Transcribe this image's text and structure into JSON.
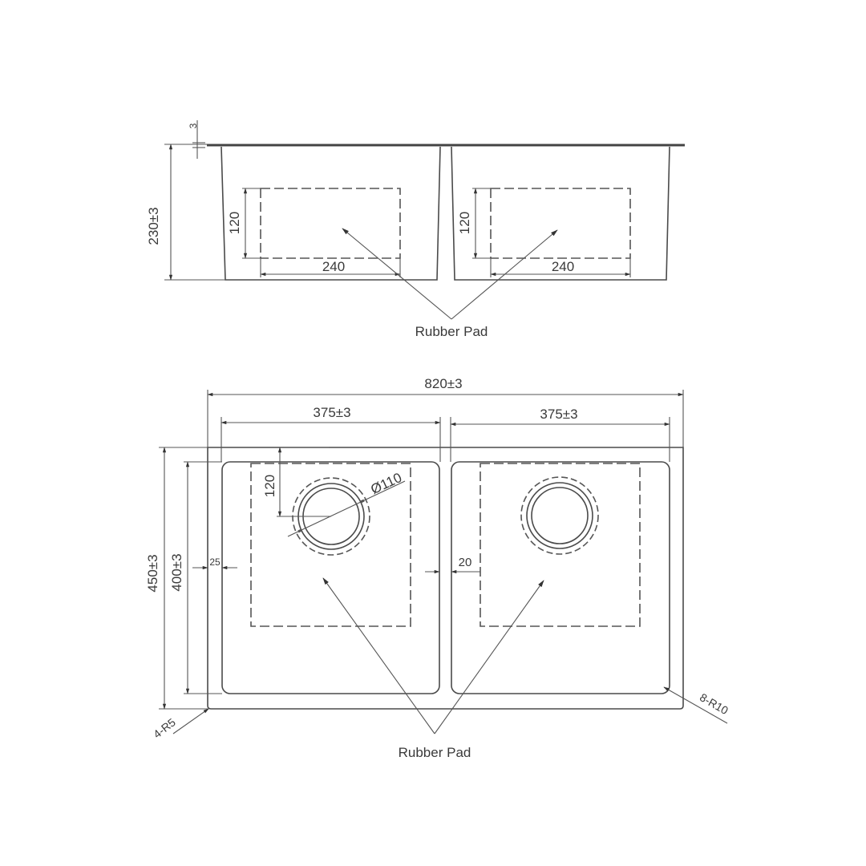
{
  "drawing": {
    "title": "Double bowl sink technical drawing",
    "colors": {
      "line": "#4a4a4a",
      "text": "#3a3a3a",
      "background": "#ffffff"
    }
  },
  "side_view": {
    "height_dim": "230±3",
    "rim_thickness_dim": "3",
    "left_pad": {
      "height_dim": "120",
      "width_dim": "240"
    },
    "right_pad": {
      "height_dim": "120",
      "width_dim": "240"
    },
    "callout": "Rubber Pad"
  },
  "top_view": {
    "overall_width_dim": "820±3",
    "left_bowl_width_dim": "375±3",
    "right_bowl_width_dim": "375±3",
    "overall_depth_dim": "450±3",
    "bowl_depth_dim": "400±3",
    "side_margin_dim": "25",
    "center_divider_dim": "20",
    "drain_offset_dim": "120",
    "drain_diameter_dim": "Ø110",
    "outer_corner_radius": "4-R5",
    "bowl_corner_radius": "8-R10",
    "callout": "Rubber Pad"
  }
}
